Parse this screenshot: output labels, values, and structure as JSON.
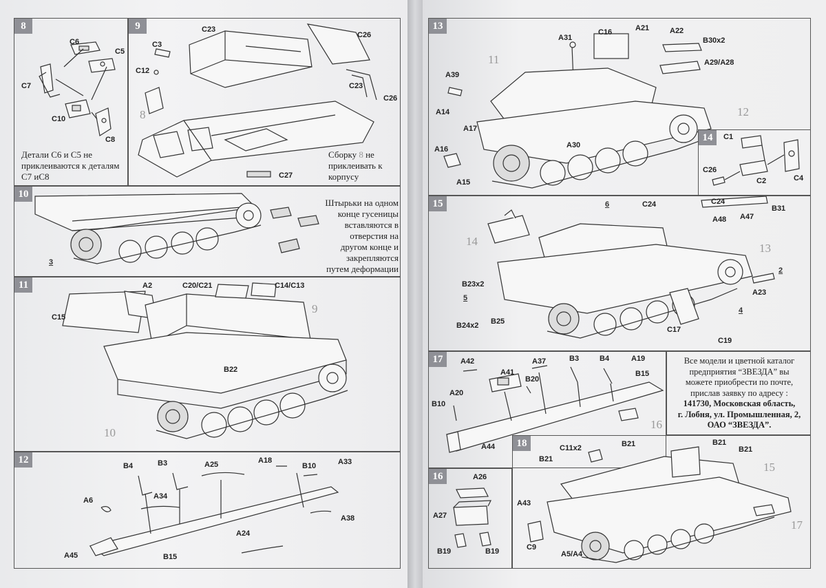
{
  "steps": {
    "s8": {
      "number": "8",
      "labels": [
        "C6",
        "C5",
        "C7",
        "C10",
        "C8"
      ],
      "note": "Детали С6 и С5 не приклеиваются к деталям С7 иС8"
    },
    "s9": {
      "number": "9",
      "labels": [
        "C3",
        "C23",
        "C26",
        "C12",
        "C23",
        "C26",
        "C27"
      ],
      "ghost": "8",
      "note_part1": "Сборку",
      "note_ghost": "8",
      "note_part2": "не приклеивать к корпусу"
    },
    "s10": {
      "number": "10",
      "ref": "3",
      "note": "Штырьки на одном конце гусеницы вставляются в отверстия на другом конце и закрепляются путем деформации вехней части штырьков."
    },
    "s11": {
      "number": "11",
      "labels": [
        "A2",
        "C20/C21",
        "C14/C13",
        "C15",
        "B22"
      ],
      "ghosts": [
        "9",
        "10"
      ]
    },
    "s12": {
      "number": "12",
      "labels": [
        "B4",
        "B3",
        "A25",
        "A18",
        "B10",
        "A33",
        "A6",
        "A34",
        "A38",
        "A24",
        "A45",
        "B15"
      ]
    },
    "s13": {
      "number": "13",
      "labels": [
        "A31",
        "C16",
        "A21",
        "A22",
        "B30x2",
        "A29/A28",
        "A39",
        "A14",
        "A17",
        "A30",
        "A16",
        "A15"
      ],
      "ghosts": [
        "11",
        "12"
      ]
    },
    "s14": {
      "number": "14",
      "labels": [
        "C1",
        "C26",
        "C2",
        "C4"
      ]
    },
    "s15": {
      "number": "15",
      "labels": [
        "C24",
        "C24",
        "B31",
        "A48",
        "A47",
        "B23x2",
        "A23",
        "B24x2",
        "B25",
        "C17",
        "C19"
      ],
      "refs": [
        "6",
        "2",
        "4",
        "5"
      ],
      "ghosts": [
        "14",
        "13"
      ]
    },
    "s16": {
      "number": "16",
      "labels": [
        "A26",
        "A27",
        "B19",
        "B19"
      ]
    },
    "s17": {
      "number": "17",
      "labels": [
        "A42",
        "A41",
        "A37",
        "B3",
        "B4",
        "A19",
        "B20",
        "B15",
        "A20",
        "B10",
        "A44"
      ],
      "ghost": "16"
    },
    "s18": {
      "number": "18",
      "labels": [
        "C11x2",
        "B21",
        "B21",
        "B21",
        "B21",
        "A43",
        "C9",
        "A5/A4"
      ],
      "ghosts": [
        "15",
        "17"
      ]
    }
  },
  "ad": {
    "line1": "Все модели и цветной каталог",
    "line2": "предприятия “ЗВЕЗДА” вы",
    "line3": "можете приобрести по почте,",
    "line4": "прислав заявку по адресу :",
    "line5": "141730, Московская область,",
    "line6": "г. Лобня, ул. Промышленная, 2,",
    "line7": "ОАО “ЗВЕЗДА”."
  }
}
